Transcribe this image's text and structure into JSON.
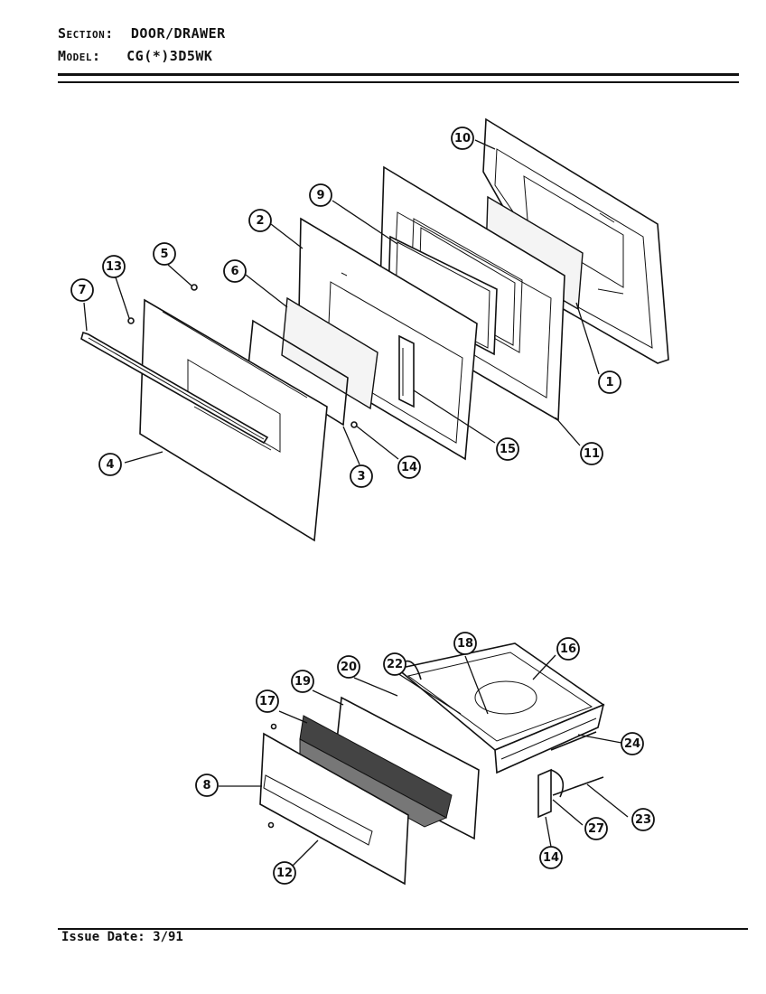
{
  "header": {
    "section_key": "Section:",
    "section_value": "DOOR/DRAWER",
    "model_key": "Model:",
    "model_value": "CG(*)3D5WK"
  },
  "footer": {
    "issue_date": "Issue Date: 3/91"
  },
  "diagram": {
    "door_callouts": [
      "10",
      "9",
      "2",
      "13",
      "5",
      "6",
      "7",
      "1",
      "15",
      "11",
      "4",
      "3",
      "14"
    ],
    "drawer_callouts": [
      "18",
      "16",
      "20",
      "22",
      "19",
      "17",
      "24",
      "8",
      "23",
      "27",
      "14",
      "12"
    ]
  }
}
